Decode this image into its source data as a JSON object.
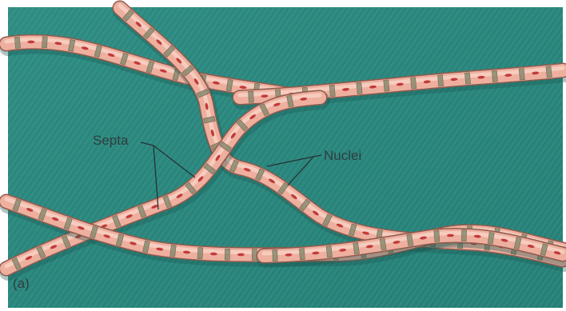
{
  "figure": {
    "panel_label": "(a)",
    "labels": {
      "septa": "Septa",
      "nuclei": "Nuclei"
    },
    "colors": {
      "background": "#2f8f86",
      "hypha_fill": "#eeaf9e",
      "hypha_highlight": "#f8d3c6",
      "hypha_outline": "#8f5a4c",
      "septum": "#8a8a70",
      "nucleus": "#c23a3a"
    }
  }
}
